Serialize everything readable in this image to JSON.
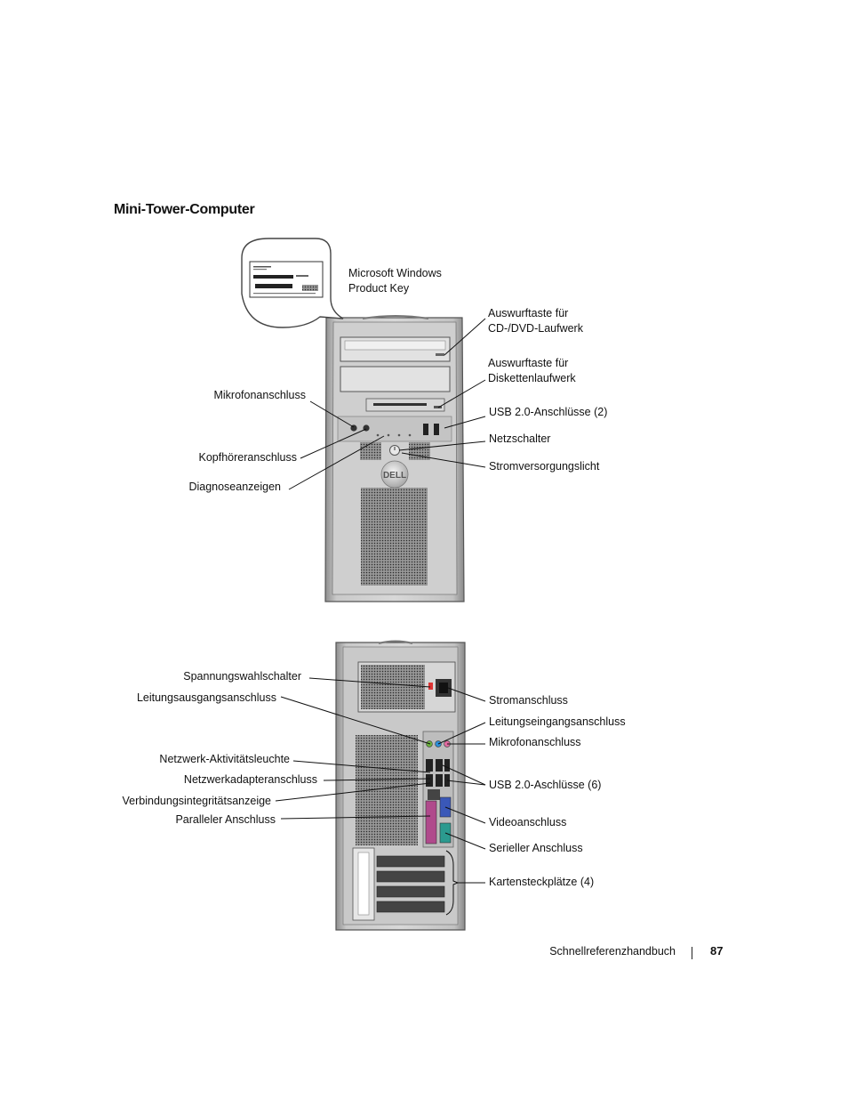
{
  "heading": "Mini-Tower-Computer",
  "front": {
    "product_key": "Microsoft Windows\nProduct Key",
    "cd_eject": "Auswurftaste für\nCD-/DVD-Laufwerk",
    "floppy_eject": "Auswurftaste für\nDiskettenlaufwerk",
    "usb": "USB 2.0-Anschlüsse (2)",
    "power_button": "Netzschalter",
    "power_light": "Stromversorgungslicht",
    "microphone": "Mikrofonanschluss",
    "headphone": "Kopfhöreranschluss",
    "diagnostic": "Diagnoseanzeigen",
    "logo_text": "DELL"
  },
  "back": {
    "voltage_switch": "Spannungswahlschalter",
    "line_out": "Leitungsausgangsanschluss",
    "network_activity": "Netzwerk-Aktivitätsleuchte",
    "network_adapter": "Netzwerkadapteranschluss",
    "link_integrity": "Verbindungsintegritätsanzeige",
    "parallel": "Paralleler Anschluss",
    "power_connector": "Stromanschluss",
    "line_in": "Leitungseingangsanschluss",
    "microphone": "Mikrofonanschluss",
    "usb": "USB 2.0-Aschlüsse (6)",
    "video": "Videoanschluss",
    "serial": "Serieller Anschluss",
    "card_slots": "Kartensteckplätze (4)"
  },
  "footer": {
    "manual": "Schnellreferenzhandbuch",
    "page": "87"
  }
}
